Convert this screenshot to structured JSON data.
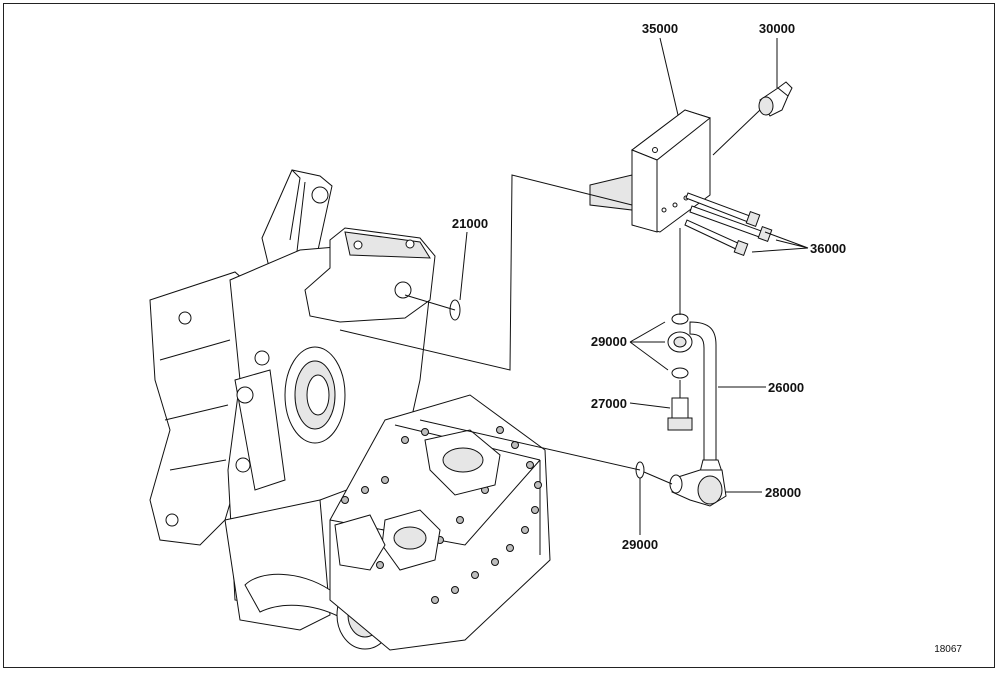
{
  "diagram": {
    "callouts": {
      "c35000": "35000",
      "c30000": "30000",
      "c21000": "21000",
      "c36000": "36000",
      "c29000a": "29000",
      "c26000": "26000",
      "c27000": "27000",
      "c28000": "28000",
      "c29000b": "29000"
    },
    "drawing_code": "18067"
  }
}
